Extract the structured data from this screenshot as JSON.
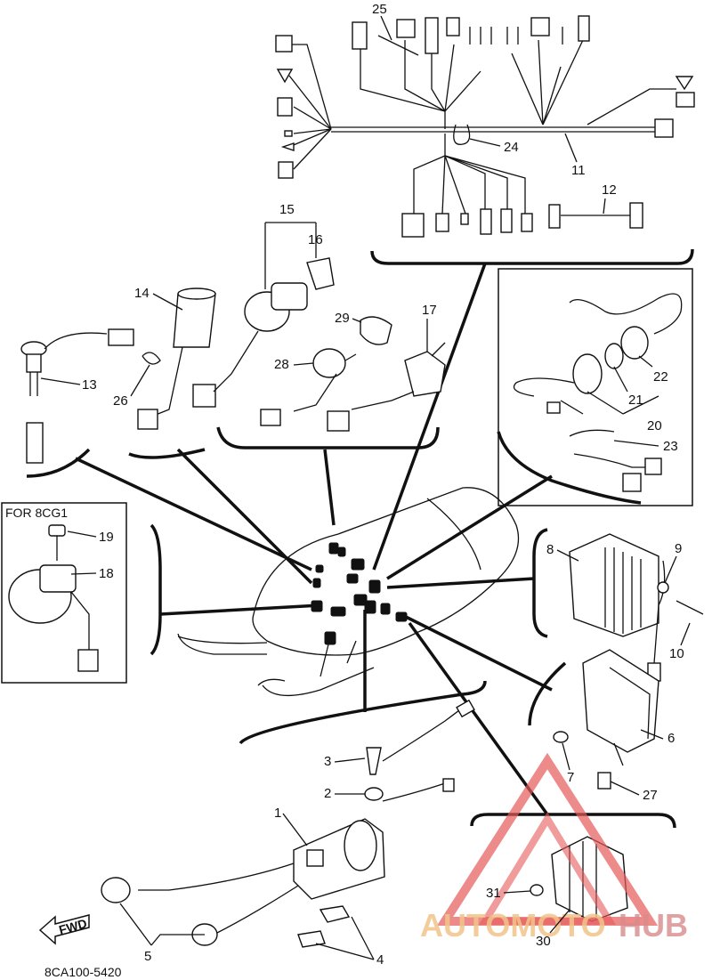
{
  "diagram": {
    "code": "8CA100-5420",
    "inset_title": "FOR 8CG1",
    "fwd_label": "FWD",
    "callouts": [
      "1",
      "2",
      "3",
      "4",
      "5",
      "6",
      "7",
      "8",
      "9",
      "10",
      "11",
      "12",
      "13",
      "14",
      "15",
      "16",
      "17",
      "18",
      "19",
      "20",
      "21",
      "22",
      "23",
      "24",
      "25",
      "26",
      "27",
      "28",
      "29",
      "30",
      "31"
    ]
  },
  "watermark": {
    "part1": "AUTOMOTO",
    "part2": "HUB",
    "color1": "#f2c48a",
    "color2": "#e8a0a0",
    "triangle_color": "#e65a5a"
  }
}
